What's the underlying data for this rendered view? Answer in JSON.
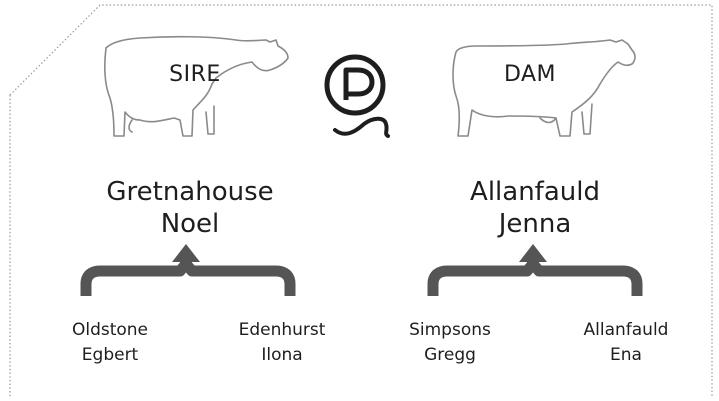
{
  "diagram": {
    "sire": {
      "label": "SIRE",
      "name_line1": "Gretnahouse",
      "name_line2": "Noel",
      "parents": [
        {
          "line1": "Oldstone",
          "line2": "Egbert"
        },
        {
          "line1": "Edenhurst",
          "line2": "Ilona"
        }
      ]
    },
    "dam": {
      "label": "DAM",
      "name_line1": "Allanfauld",
      "name_line2": "Jenna",
      "parents": [
        {
          "line1": "Simpsons",
          "line2": "Gregg"
        },
        {
          "line1": "Allanfauld",
          "line2": "Ena"
        }
      ]
    },
    "logo_letter": "P",
    "colors": {
      "ink": "#1e1e1e",
      "arrow": "#555555",
      "outline": "#8a8a8a",
      "frame": "#9a9a9a"
    }
  }
}
